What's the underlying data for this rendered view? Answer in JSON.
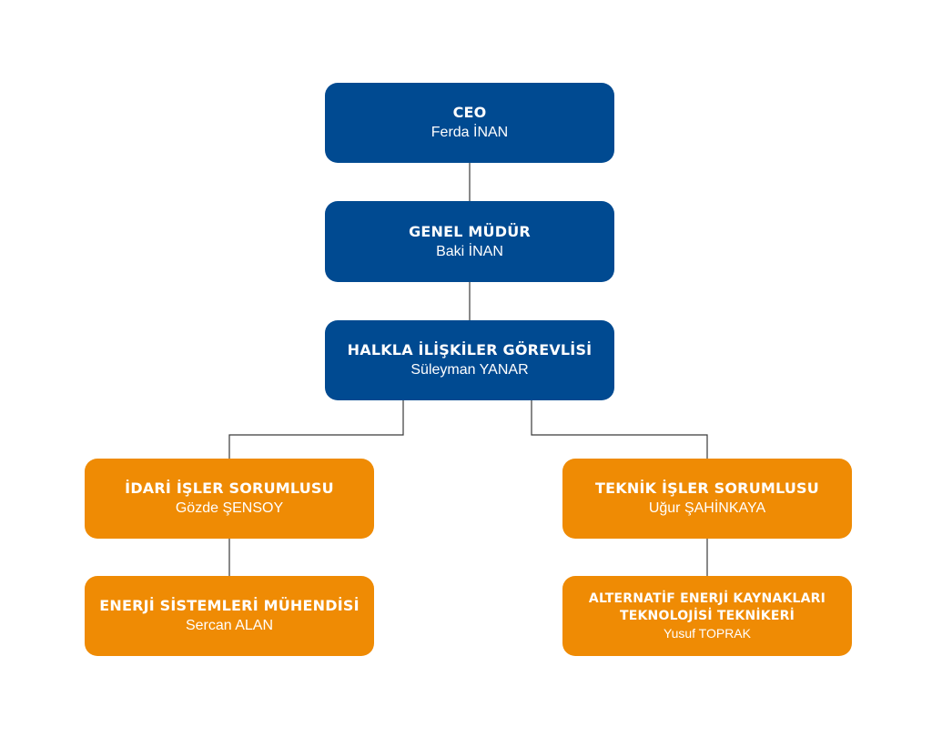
{
  "org_chart": {
    "nodes": {
      "ceo": {
        "title": "CEO",
        "name": "Ferda İNAN",
        "color": "#004a91"
      },
      "genel_mudur": {
        "title": "GENEL MÜDÜR",
        "name": "Baki İNAN",
        "color": "#004a91"
      },
      "halkla_iliskiler": {
        "title": "HALKLA İLİŞKİLER GÖREVLİSİ",
        "name": "Süleyman YANAR",
        "color": "#004a91"
      },
      "idari_isler": {
        "title": "İDARİ İŞLER SORUMLUSU",
        "name": "Gözde ŞENSOY",
        "color": "#ef8b04"
      },
      "teknik_isler": {
        "title": "TEKNİK İŞLER SORUMLUSU",
        "name": "Uğur ŞAHİNKAYA",
        "color": "#ef8b04"
      },
      "enerji_muhendisi": {
        "title": "ENERJİ SİSTEMLERİ MÜHENDİSİ",
        "name": "Sercan ALAN",
        "color": "#ef8b04"
      },
      "alternatif_enerji": {
        "title": "ALTERNATİF ENERJİ KAYNAKLARI TEKNOLOJİSİ TEKNİKERİ",
        "name": "Yusuf TOPRAK",
        "color": "#ef8b04"
      }
    },
    "connector_color": "#3a3a3a"
  }
}
